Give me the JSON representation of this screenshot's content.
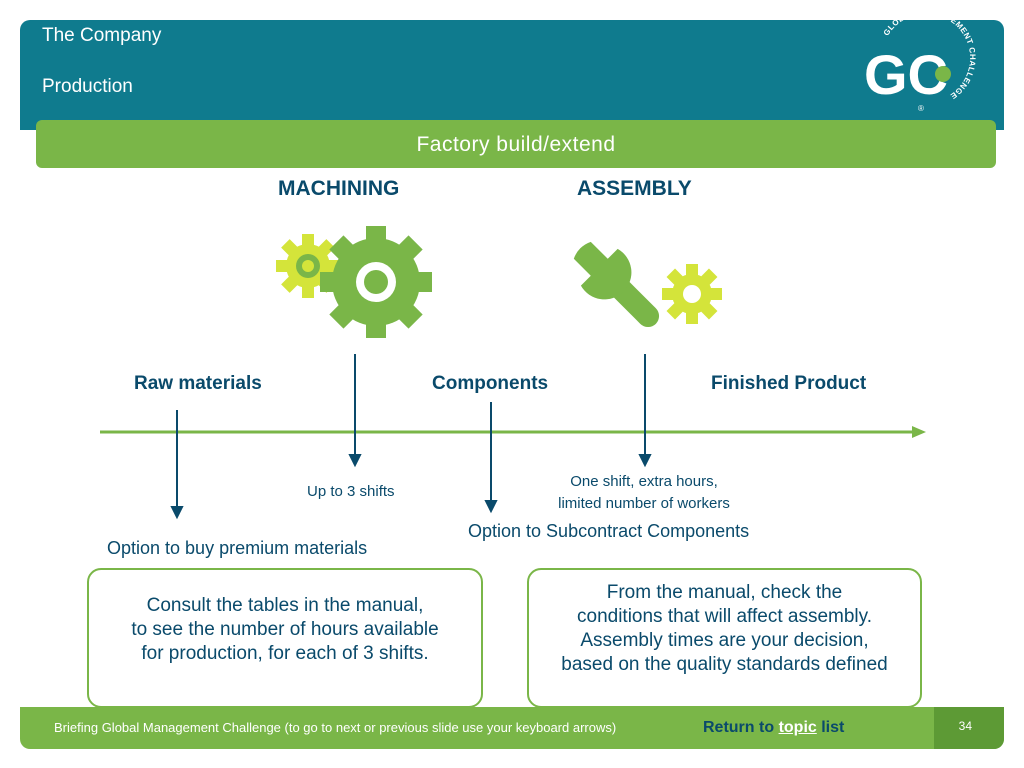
{
  "header": {
    "company": "The Company",
    "section": "Production",
    "logo_letters": "GC",
    "logo_ring_text": "GLOBAL MANAGEMENT CHALLENGE",
    "logo_registered": "®"
  },
  "banner": {
    "title": "Factory build/extend"
  },
  "stages": {
    "machining": "MACHINING",
    "assembly": "ASSEMBLY"
  },
  "flow": {
    "raw_materials": "Raw materials",
    "components": "Components",
    "finished_product": "Finished Product"
  },
  "notes": {
    "shifts": "Up to 3 shifts",
    "assembly_line1": "One shift, extra hours,",
    "assembly_line2": "limited number of workers",
    "subcontract": "Option to Subcontract Components",
    "premium": "Option to buy premium materials"
  },
  "boxes": {
    "left": [
      "Consult the tables in the manual,",
      "to see the number of hours available",
      "for production, for each of 3 shifts."
    ],
    "right": [
      "From the manual, check the",
      "conditions that will affect assembly.",
      "Assembly times are your decision,",
      "based on the quality standards defined"
    ]
  },
  "footer": {
    "briefing": "Briefing Global Management Challenge (to go to next or previous slide use your keyboard arrows)",
    "return_prefix": "Return to",
    "return_topic": "topic",
    "return_suffix": "list",
    "page_number": "34"
  },
  "colors": {
    "teal": "#0f7b8e",
    "green": "#7ab648",
    "dark_green": "#5d9a35",
    "navy": "#0a4a6b",
    "yellow_green": "#d4e43a"
  },
  "icons": [
    "gears-icon",
    "wrench-icon",
    "gear-icon",
    "arrow-right-icon",
    "arrow-down-icon"
  ]
}
